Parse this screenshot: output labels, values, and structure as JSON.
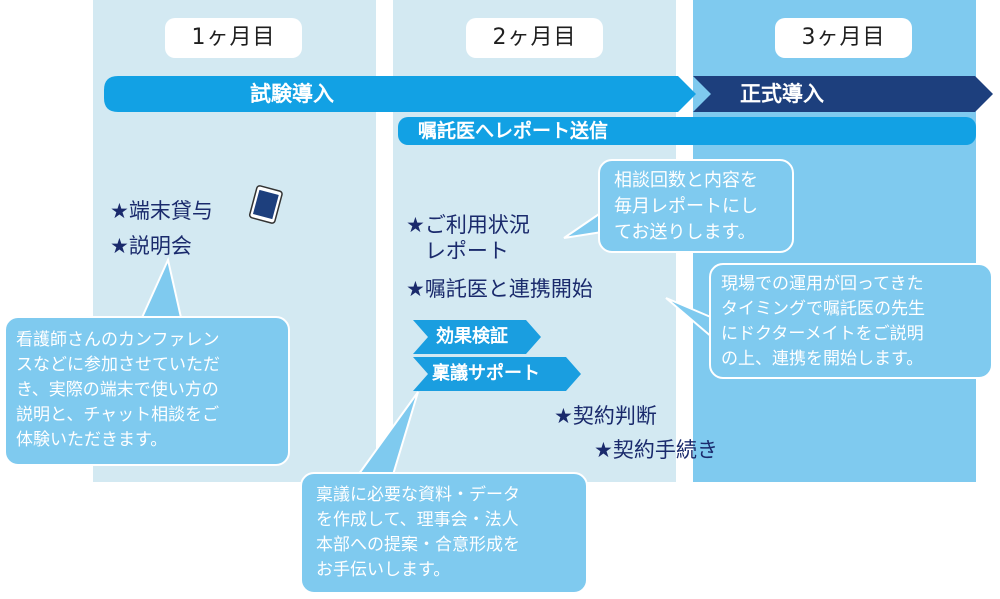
{
  "colors": {
    "col1": "#d3e9f2",
    "col2": "#d3e9f2",
    "col3": "#7fcaef",
    "arrow_trial": "#12a1e4",
    "arrow_formal": "#1d3f7d",
    "chip": "#1a9ee0",
    "bubble": "#7fcaef",
    "star_text": "#1a2a6c"
  },
  "months": [
    "1ヶ月目",
    "2ヶ月目",
    "3ヶ月目"
  ],
  "phases": {
    "trial": "試験導入",
    "formal": "正式導入",
    "report": "嘱託医へレポート送信"
  },
  "items": {
    "terminal_lending": "端末貸与",
    "explanation_meeting": "説明会",
    "usage_report": "ご利用状況\nレポート",
    "collaboration_start": "嘱託医と連携開始",
    "contract_decision": "契約判断",
    "contract_procedure": "契約手続き",
    "star": "★"
  },
  "chips": {
    "effect_verification": "効果検証",
    "proposal_support": "稟議サポート"
  },
  "bubbles": {
    "nurse_trial": "看護師さんのカンファレン\nスなどに参加させていただ\nき、実際の端末で使い方の\n説明と、チャット相談をご\n体験いただきます。",
    "monthly_report": "相談回数と内容を\n毎月レポートにし\nてお送りします。",
    "doctor_collab": "現場での運用が回ってきた\nタイミングで嘱託医の先生\nにドクターメイトをご説明\nの上、連携を開始します。",
    "proposal_help": "稟議に必要な資料・データ\nを作成して、理事会・法人\n本部への提案・合意形成を\nお手伝いします。"
  }
}
